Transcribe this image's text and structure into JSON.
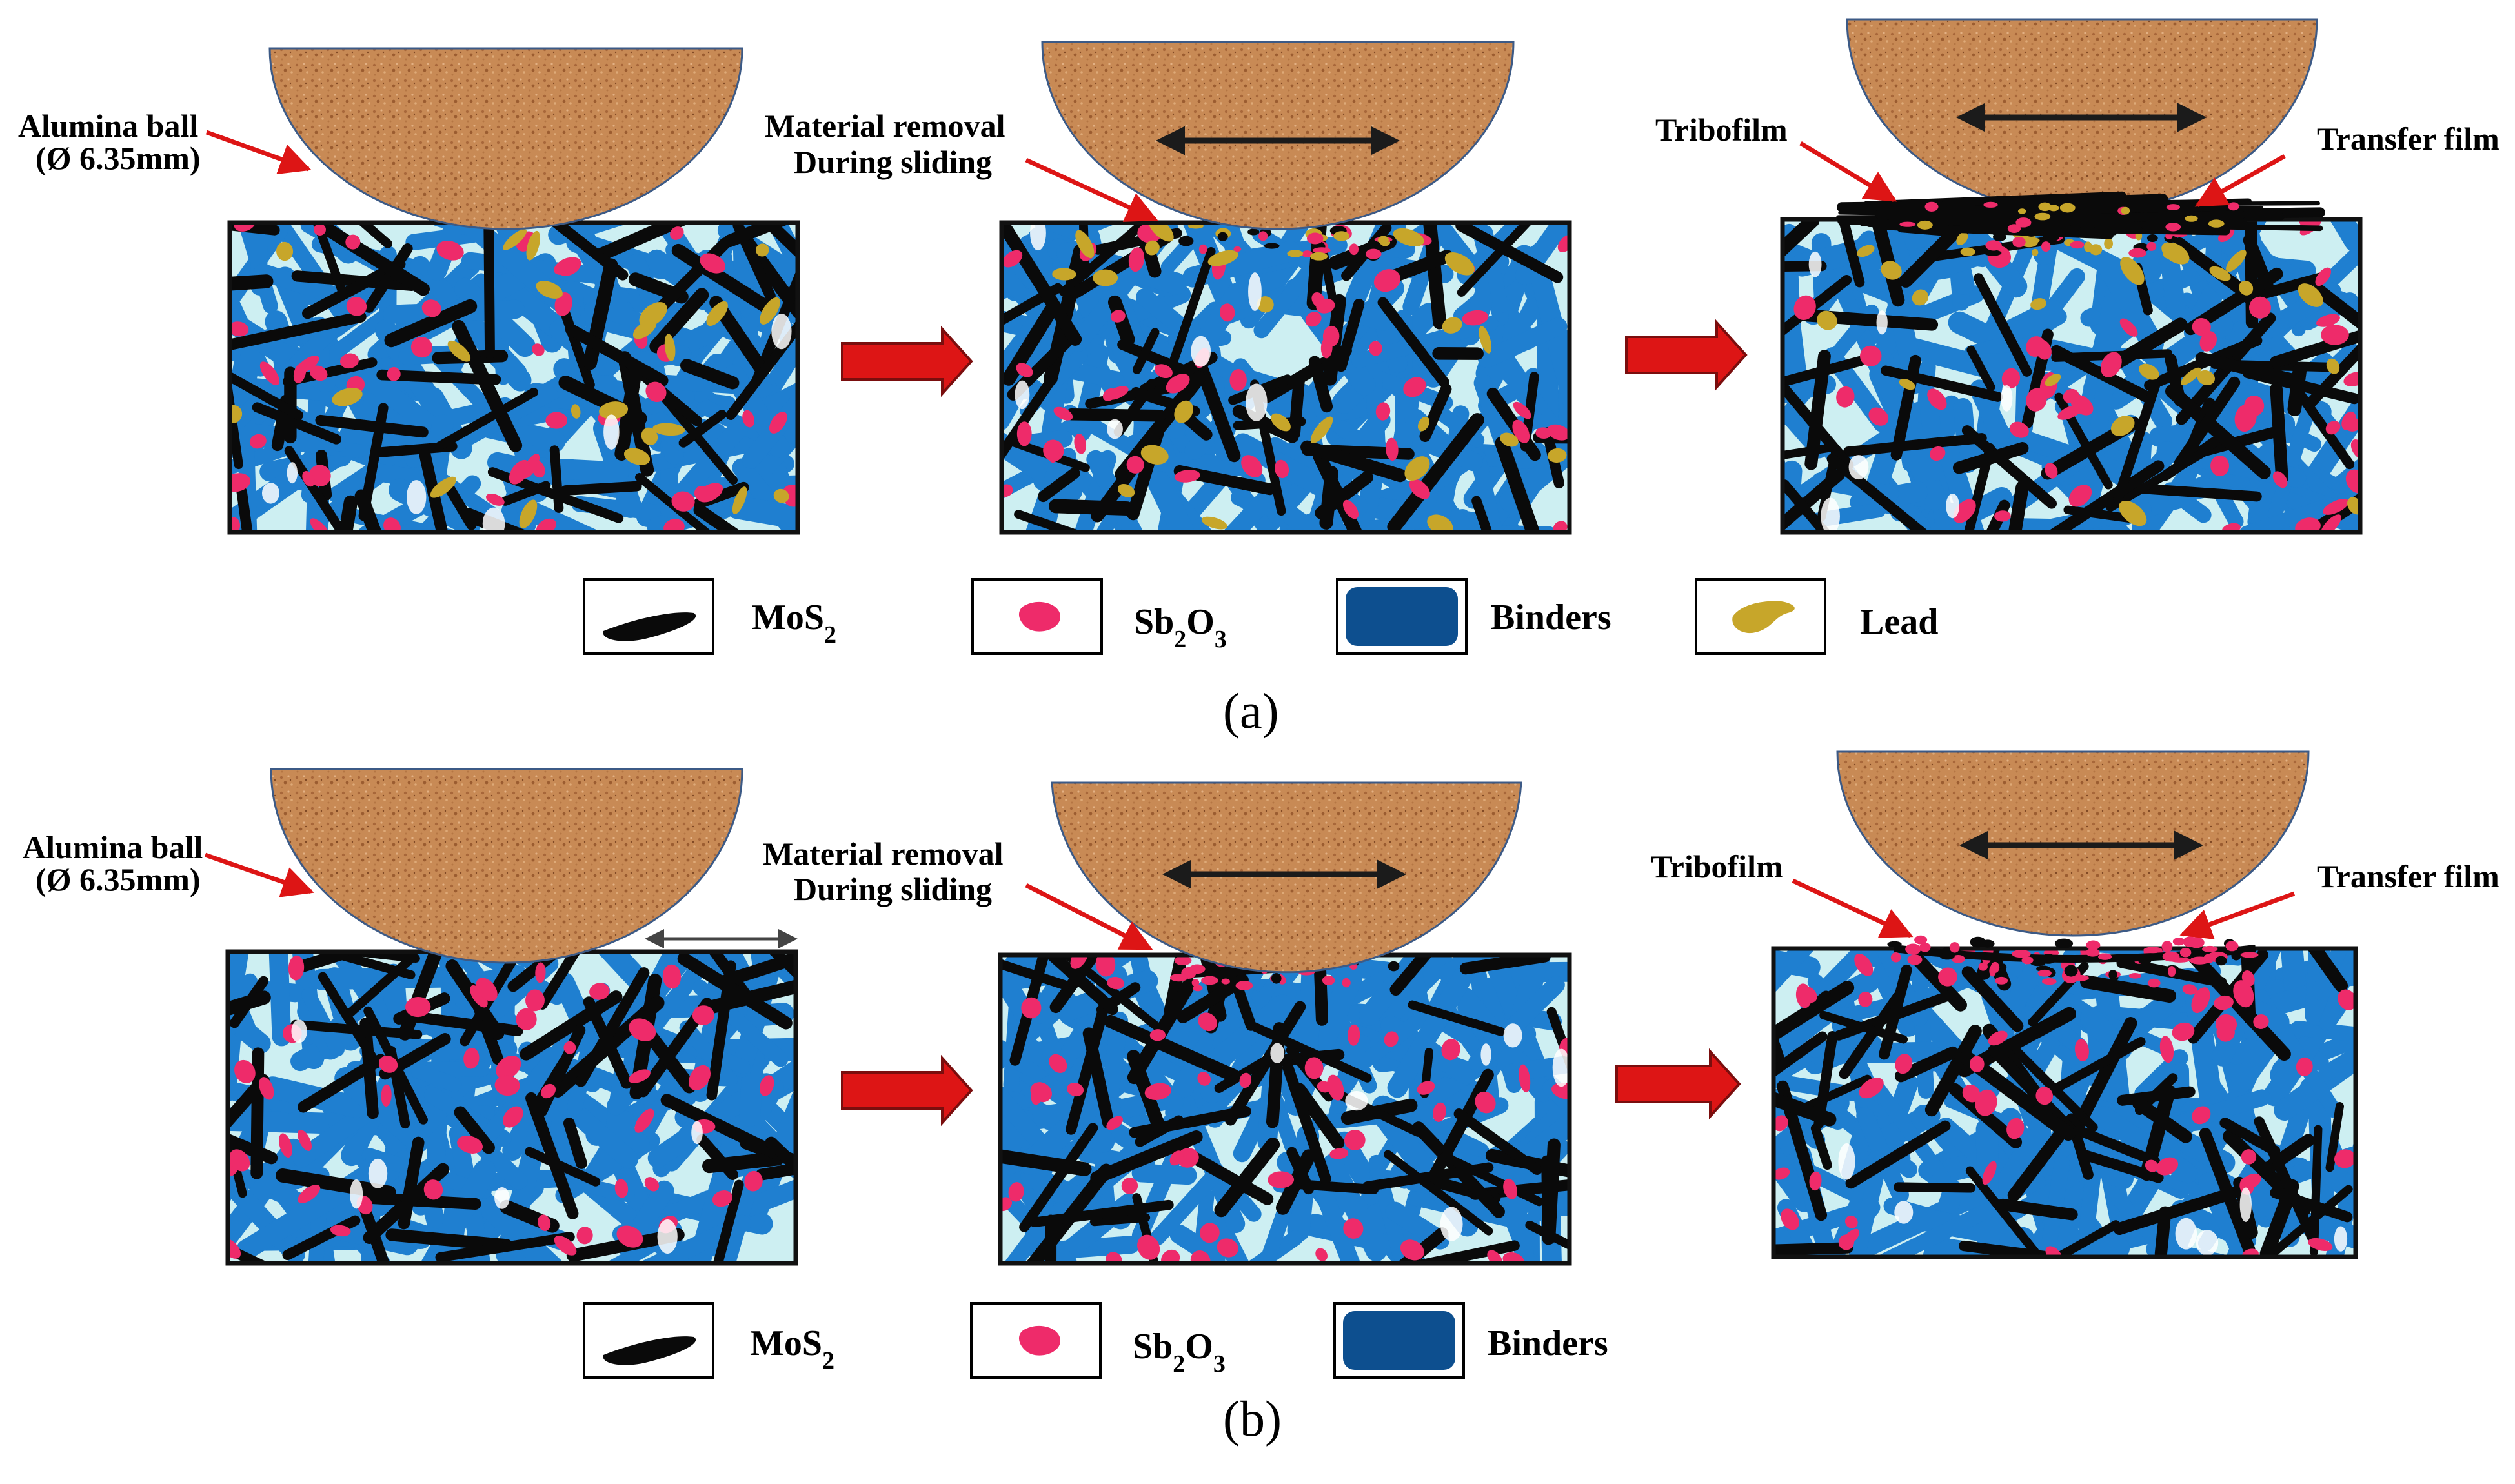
{
  "panel_a": {
    "caption": "(a)",
    "stage1": {
      "ball_label_line1": "Alumina ball",
      "ball_label_line2": "(Ø 6.35mm)"
    },
    "stage2": {
      "removal_label_line1": "Material removal",
      "removal_label_line2": "During sliding"
    },
    "stage3": {
      "tribofilm_label": "Tribofilm",
      "transfer_label": "Transfer film"
    },
    "legend": [
      {
        "label": "MoS",
        "sub": "2",
        "rest": "",
        "icon": "mos2-flake-icon"
      },
      {
        "label": "Sb",
        "sub": "2",
        "rest": "O",
        "sub2": "3",
        "icon": "sb2o3-particle-icon"
      },
      {
        "label": "Binders",
        "icon": "binders-swatch-icon"
      },
      {
        "label": "Lead",
        "icon": "lead-particle-icon"
      }
    ]
  },
  "panel_b": {
    "caption": "(b)",
    "stage1": {
      "ball_label_line1": "Alumina ball",
      "ball_label_line2": "(Ø 6.35mm)"
    },
    "stage2": {
      "removal_label_line1": "Material removal",
      "removal_label_line2": "During sliding"
    },
    "stage3": {
      "tribofilm_label": "Tribofilm",
      "transfer_label": "Transfer film"
    },
    "legend": [
      {
        "label": "MoS",
        "sub": "2",
        "rest": "",
        "icon": "mos2-flake-icon"
      },
      {
        "label": "Sb",
        "sub": "2",
        "rest": "O",
        "sub2": "3",
        "icon": "sb2o3-particle-icon"
      },
      {
        "label": "Binders",
        "icon": "binders-swatch-icon"
      }
    ]
  },
  "colors": {
    "binder": "#1f7fd0",
    "binder_dark": "#0d4f8f",
    "matrix_bg": "#cdeff2",
    "mos2": "#0a0a0a",
    "sb2o3": "#ee2b6a",
    "lead": "#c7a62a",
    "ball": "#c88a55",
    "ball_edge": "#3c5a86",
    "arrow_red": "#dd1515"
  }
}
